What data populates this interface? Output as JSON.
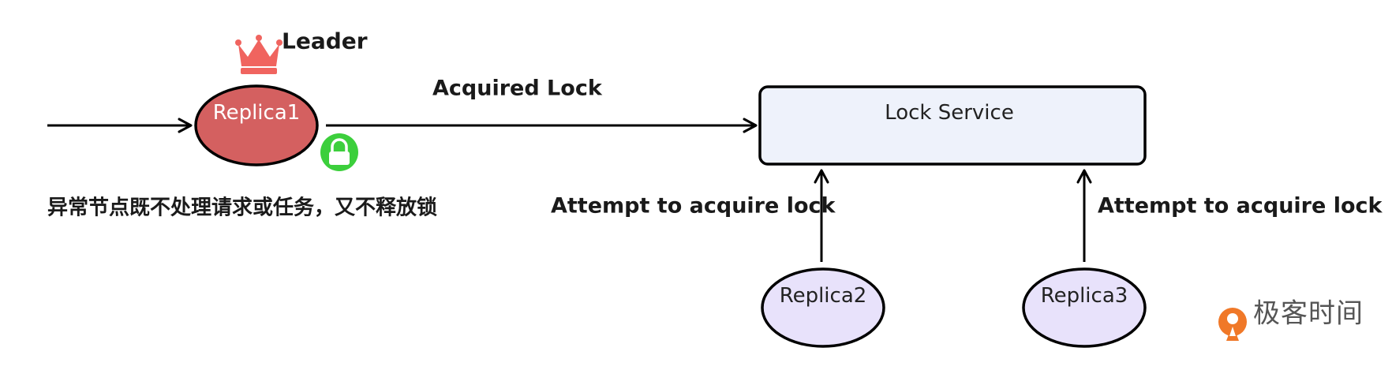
{
  "leader": {
    "label": "Leader",
    "icon": "crown-icon",
    "color": "#f0645f"
  },
  "replica1": {
    "label": "Replica1",
    "fill": "#d46060",
    "lock_icon": "lock-icon",
    "lock_color": "#3ccf3c"
  },
  "acquired_lock_label": "Acquired Lock",
  "lock_service": {
    "label": "Lock Service",
    "fill": "#eef2fb"
  },
  "note": "异常节点既不处理请求或任务，又不释放锁",
  "attempt_left_label": "Attempt to acquire lock",
  "attempt_right_label": "Attempt to acquire lock",
  "replica2": {
    "label": "Replica2",
    "fill": "#e8e2fb"
  },
  "replica3": {
    "label": "Replica3",
    "fill": "#e8e2fb"
  },
  "brand": {
    "label": "极客时间",
    "icon": "geektime-logo-icon",
    "color": "#f07828"
  }
}
